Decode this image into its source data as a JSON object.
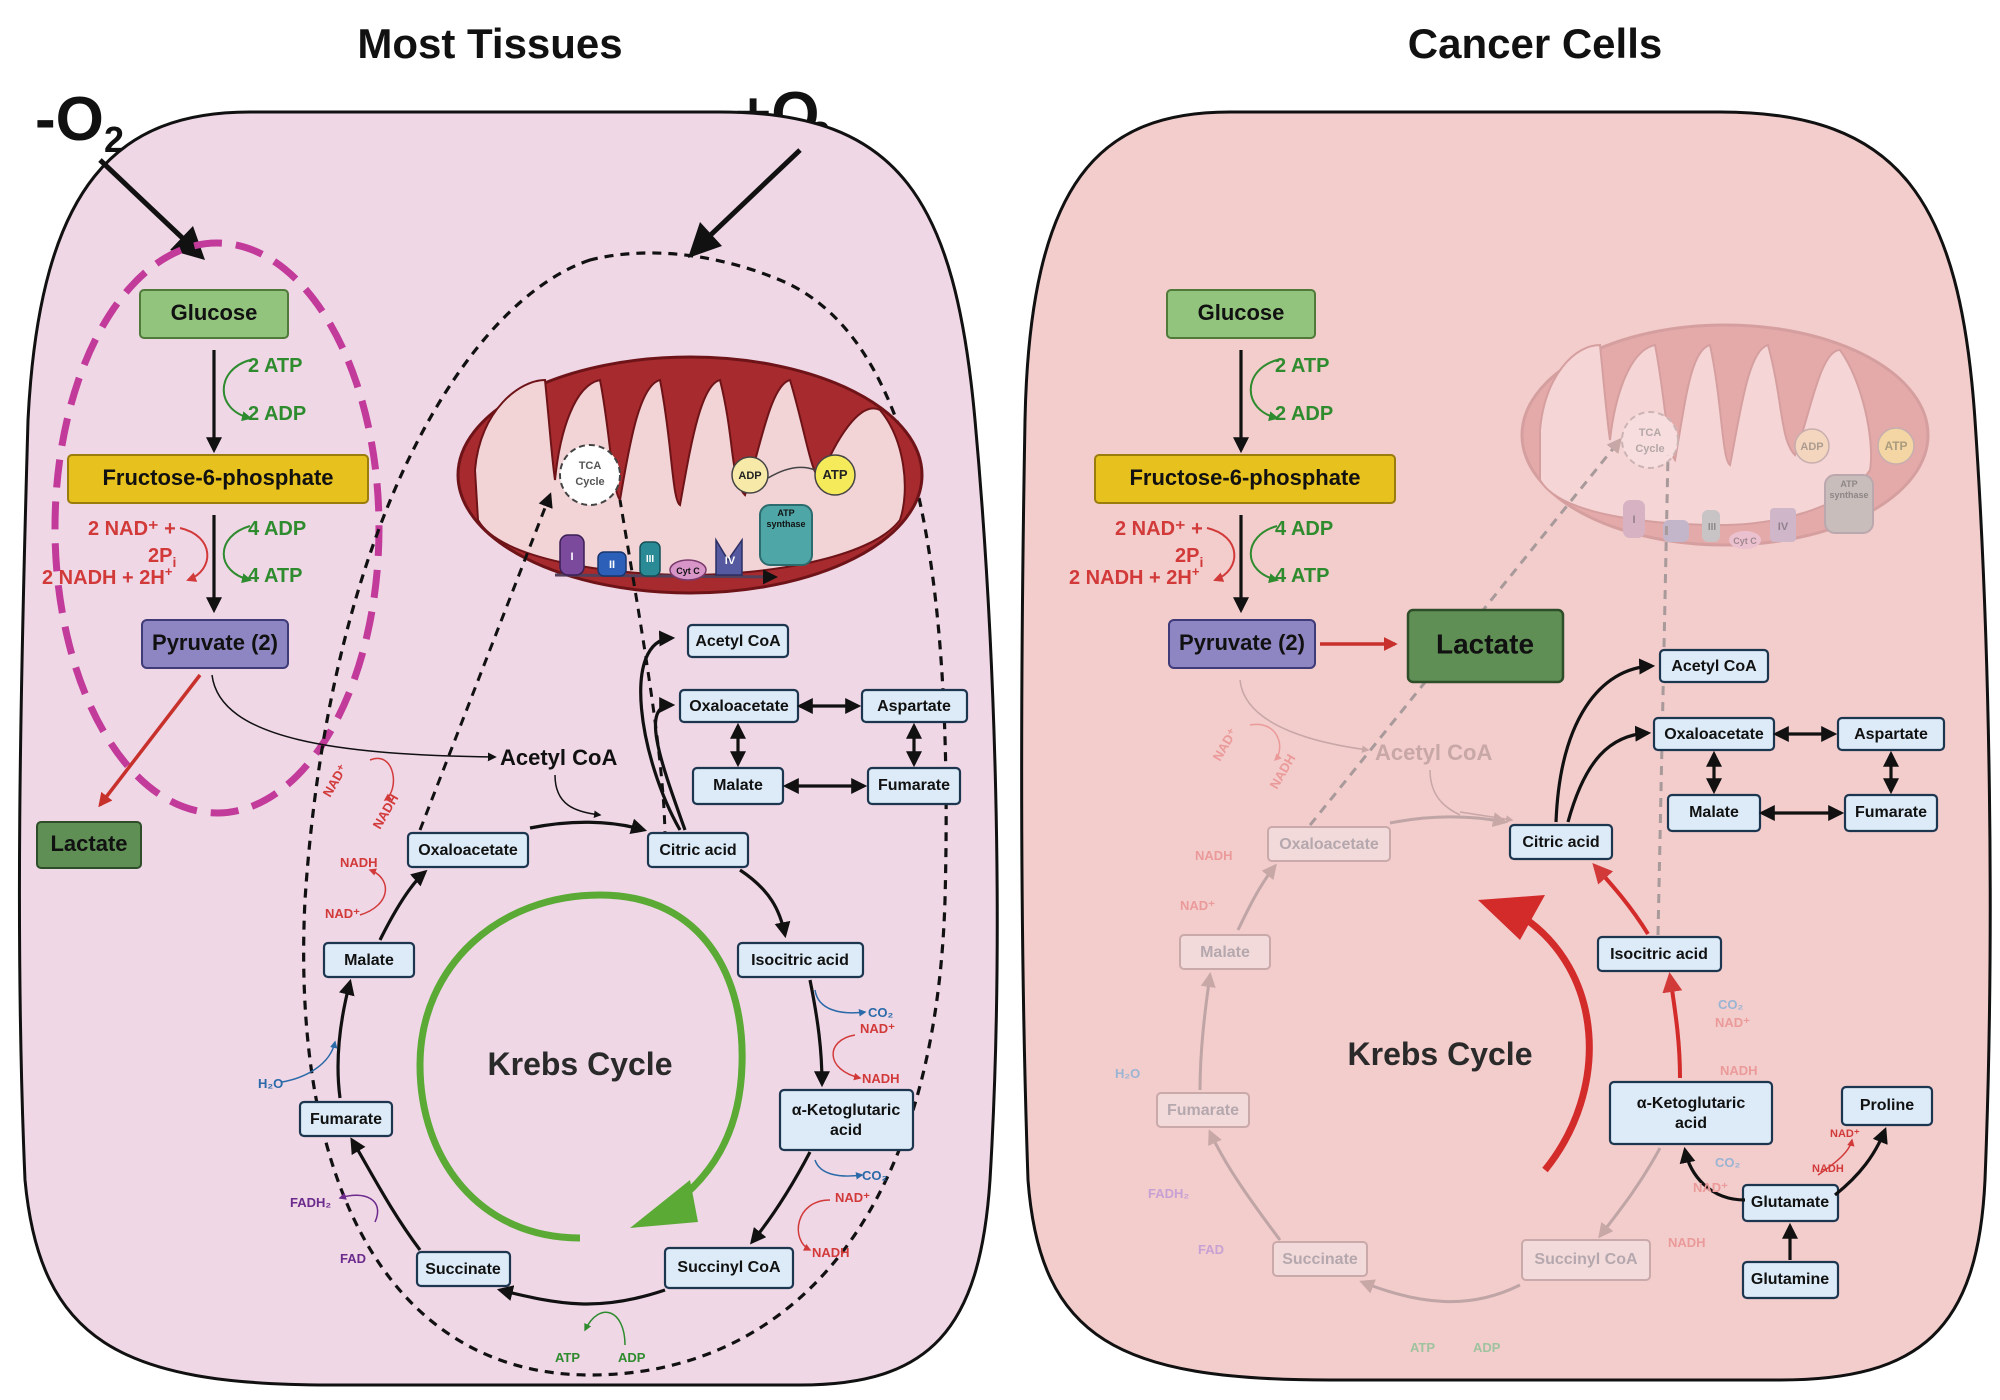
{
  "titles": {
    "left": "Most Tissues",
    "right": "Cancer Cells"
  },
  "oxygen": {
    "minus": "-O",
    "plus": "+O",
    "sub": "2"
  },
  "glycolysis": {
    "glucose": "Glucose",
    "atp_in": "2 ATP",
    "adp_out": "2 ADP",
    "f6p": "Fructose-6-phosphate",
    "nad": "2 NAD⁺ +",
    "pi": "2P",
    "pi_sub": "i",
    "nadh": "2 NADH + 2H",
    "adp_in": "4 ADP",
    "atp_out": "4 ATP",
    "pyruvate": "Pyruvate (2)",
    "lactate": "Lactate",
    "acetyl_coa": "Acetyl CoA"
  },
  "mito": {
    "tca": "TCA",
    "cycle": "Cycle",
    "adp": "ADP",
    "atp": "ATP",
    "synthase_1": "ATP",
    "synthase_2": "synthase",
    "complexes": [
      "I",
      "II",
      "III",
      "Cyt C",
      "IV"
    ]
  },
  "krebs": {
    "label": "Krebs Cycle",
    "oxaloacetate": "Oxaloacetate",
    "citric": "Citric acid",
    "isocitric": "Isocitric acid",
    "akg": "α-Ketoglutaric",
    "akg2": "acid",
    "succinyl": "Succinyl CoA",
    "succinate": "Succinate",
    "fumarate": "Fumarate",
    "malate": "Malate",
    "acetyl_top": "Acetyl CoA",
    "aspartate": "Aspartate",
    "glutamate": "Glutamate",
    "glutamine": "Glutamine",
    "proline": "Proline"
  },
  "cofactors": {
    "nad": "NAD⁺",
    "nadh": "NADH",
    "co2": "CO₂",
    "h2o": "H₂O",
    "fadh2": "FADH₂",
    "fad": "FAD",
    "atp": "ATP",
    "adp": "ADP"
  },
  "colors": {
    "left_cell": "#efd7e6",
    "right_cell": "#f3cccc",
    "glucose": "#93c47d",
    "f6p": "#e7c11d",
    "pyruvate": "#8e86c2",
    "lactate": "#5f8f55",
    "krebs_arrow_green": "#5aaa35",
    "krebs_arrow_red": "#d32a2a",
    "glycolysis_ring": "#c23a9a"
  }
}
